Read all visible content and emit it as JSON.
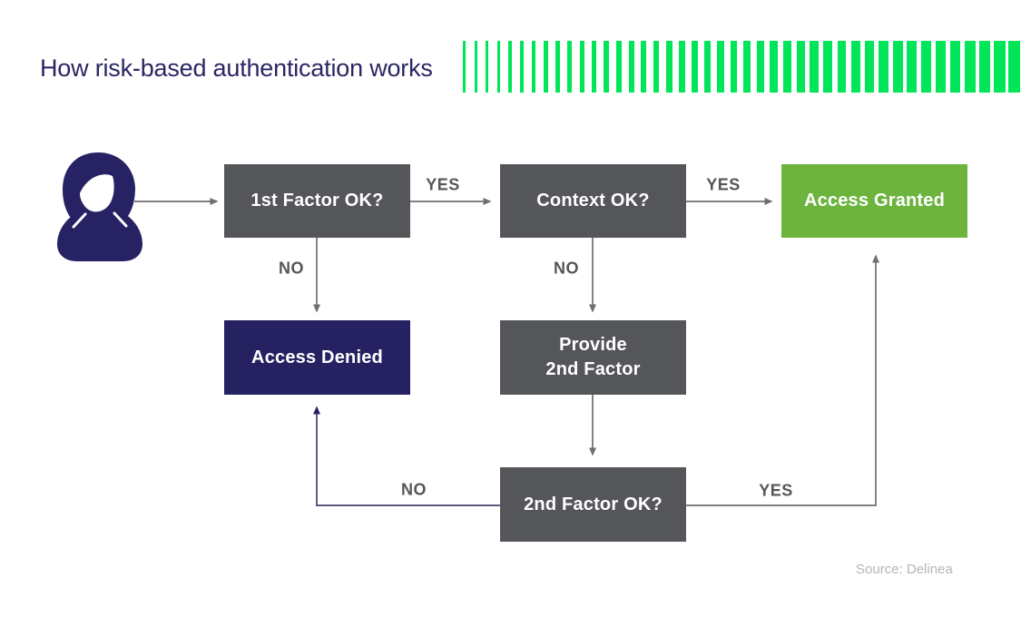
{
  "title": "How risk-based authentication works",
  "source": "Source: Delinea",
  "colors": {
    "title_navy": "#2B2664",
    "navy": "#262262",
    "person_navy": "#272264",
    "box_gray": "#55565A",
    "green": "#6DB43F",
    "bright_green": "#00E658",
    "wire_gray": "#6F6F73",
    "wire_navy": "#47426B",
    "label_gray": "#54565A",
    "source_gray": "#B5B5B5"
  },
  "decor_bars": {
    "total_width": 616,
    "bar_width_start": 3,
    "bar_width_end": 13,
    "gap_start": 9.5,
    "gap_end": 3.5
  },
  "nodes": {
    "first_factor": {
      "label": "1st Factor OK?"
    },
    "context": {
      "label": "Context OK?"
    },
    "access_granted": {
      "label": "Access Granted"
    },
    "access_denied": {
      "label": "Access Denied"
    },
    "provide_second": {
      "line1": "Provide",
      "line2": "2nd Factor"
    },
    "second_factor": {
      "label": "2nd Factor OK?"
    }
  },
  "edges": {
    "first_yes": "YES",
    "context_yes": "YES",
    "first_no": "NO",
    "context_no": "NO",
    "second_no": "NO",
    "second_yes": "YES"
  }
}
